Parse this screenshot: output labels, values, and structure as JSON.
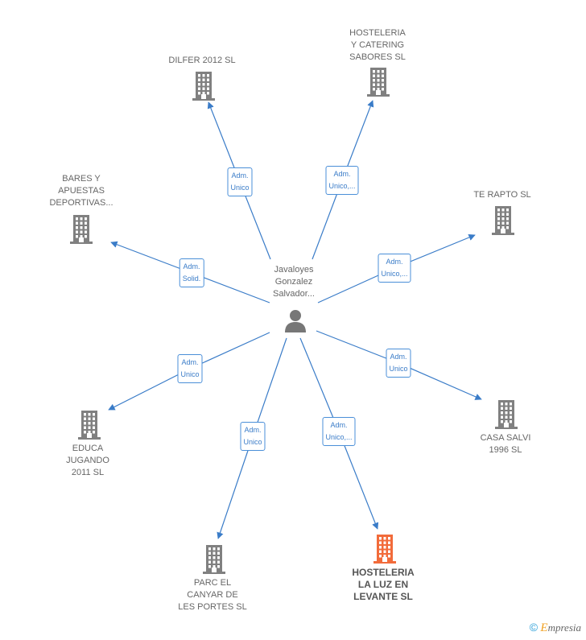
{
  "center": {
    "lines": [
      "Javaloyes",
      "Gonzalez",
      "Salvador..."
    ]
  },
  "nodes": [
    {
      "id": "dilfer",
      "lines": [
        "DILFER 2012 SL"
      ],
      "highlight": false
    },
    {
      "id": "hosteleria-catering",
      "lines": [
        "HOSTELERIA",
        "Y CATERING",
        "SABORES  SL"
      ],
      "highlight": false
    },
    {
      "id": "bares",
      "lines": [
        "BARES Y",
        "APUESTAS",
        "DEPORTIVAS..."
      ],
      "highlight": false
    },
    {
      "id": "te-rapto",
      "lines": [
        "TE RAPTO SL"
      ],
      "highlight": false
    },
    {
      "id": "educa",
      "lines": [
        "EDUCA",
        "JUGANDO",
        "2011 SL"
      ],
      "highlight": false
    },
    {
      "id": "casa-salvi",
      "lines": [
        "CASA SALVI",
        "1996  SL"
      ],
      "highlight": false
    },
    {
      "id": "parc",
      "lines": [
        "PARC EL",
        "CANYAR DE",
        "LES PORTES SL"
      ],
      "highlight": false
    },
    {
      "id": "hosteleria-luz",
      "lines": [
        "HOSTELERIA",
        "LA LUZ EN",
        "LEVANTE  SL"
      ],
      "highlight": true
    }
  ],
  "edges": [
    {
      "to": "dilfer",
      "lines": [
        "Adm.",
        "Unico"
      ]
    },
    {
      "to": "hosteleria-catering",
      "lines": [
        "Adm.",
        "Unico,..."
      ]
    },
    {
      "to": "bares",
      "lines": [
        "Adm.",
        "Solid."
      ]
    },
    {
      "to": "te-rapto",
      "lines": [
        "Adm.",
        "Unico,..."
      ]
    },
    {
      "to": "educa",
      "lines": [
        "Adm.",
        "Unico"
      ]
    },
    {
      "to": "casa-salvi",
      "lines": [
        "Adm.",
        "Unico"
      ]
    },
    {
      "to": "parc",
      "lines": [
        "Adm.",
        "Unico"
      ]
    },
    {
      "to": "hosteleria-luz",
      "lines": [
        "Adm.",
        "Unico,..."
      ]
    }
  ],
  "colors": {
    "edge": "#3a7cc8",
    "building": "#808080",
    "highlight": "#f26b3a"
  },
  "footer": {
    "copyright": "©",
    "brand_initial": "E",
    "brand_rest": "mpresia"
  }
}
